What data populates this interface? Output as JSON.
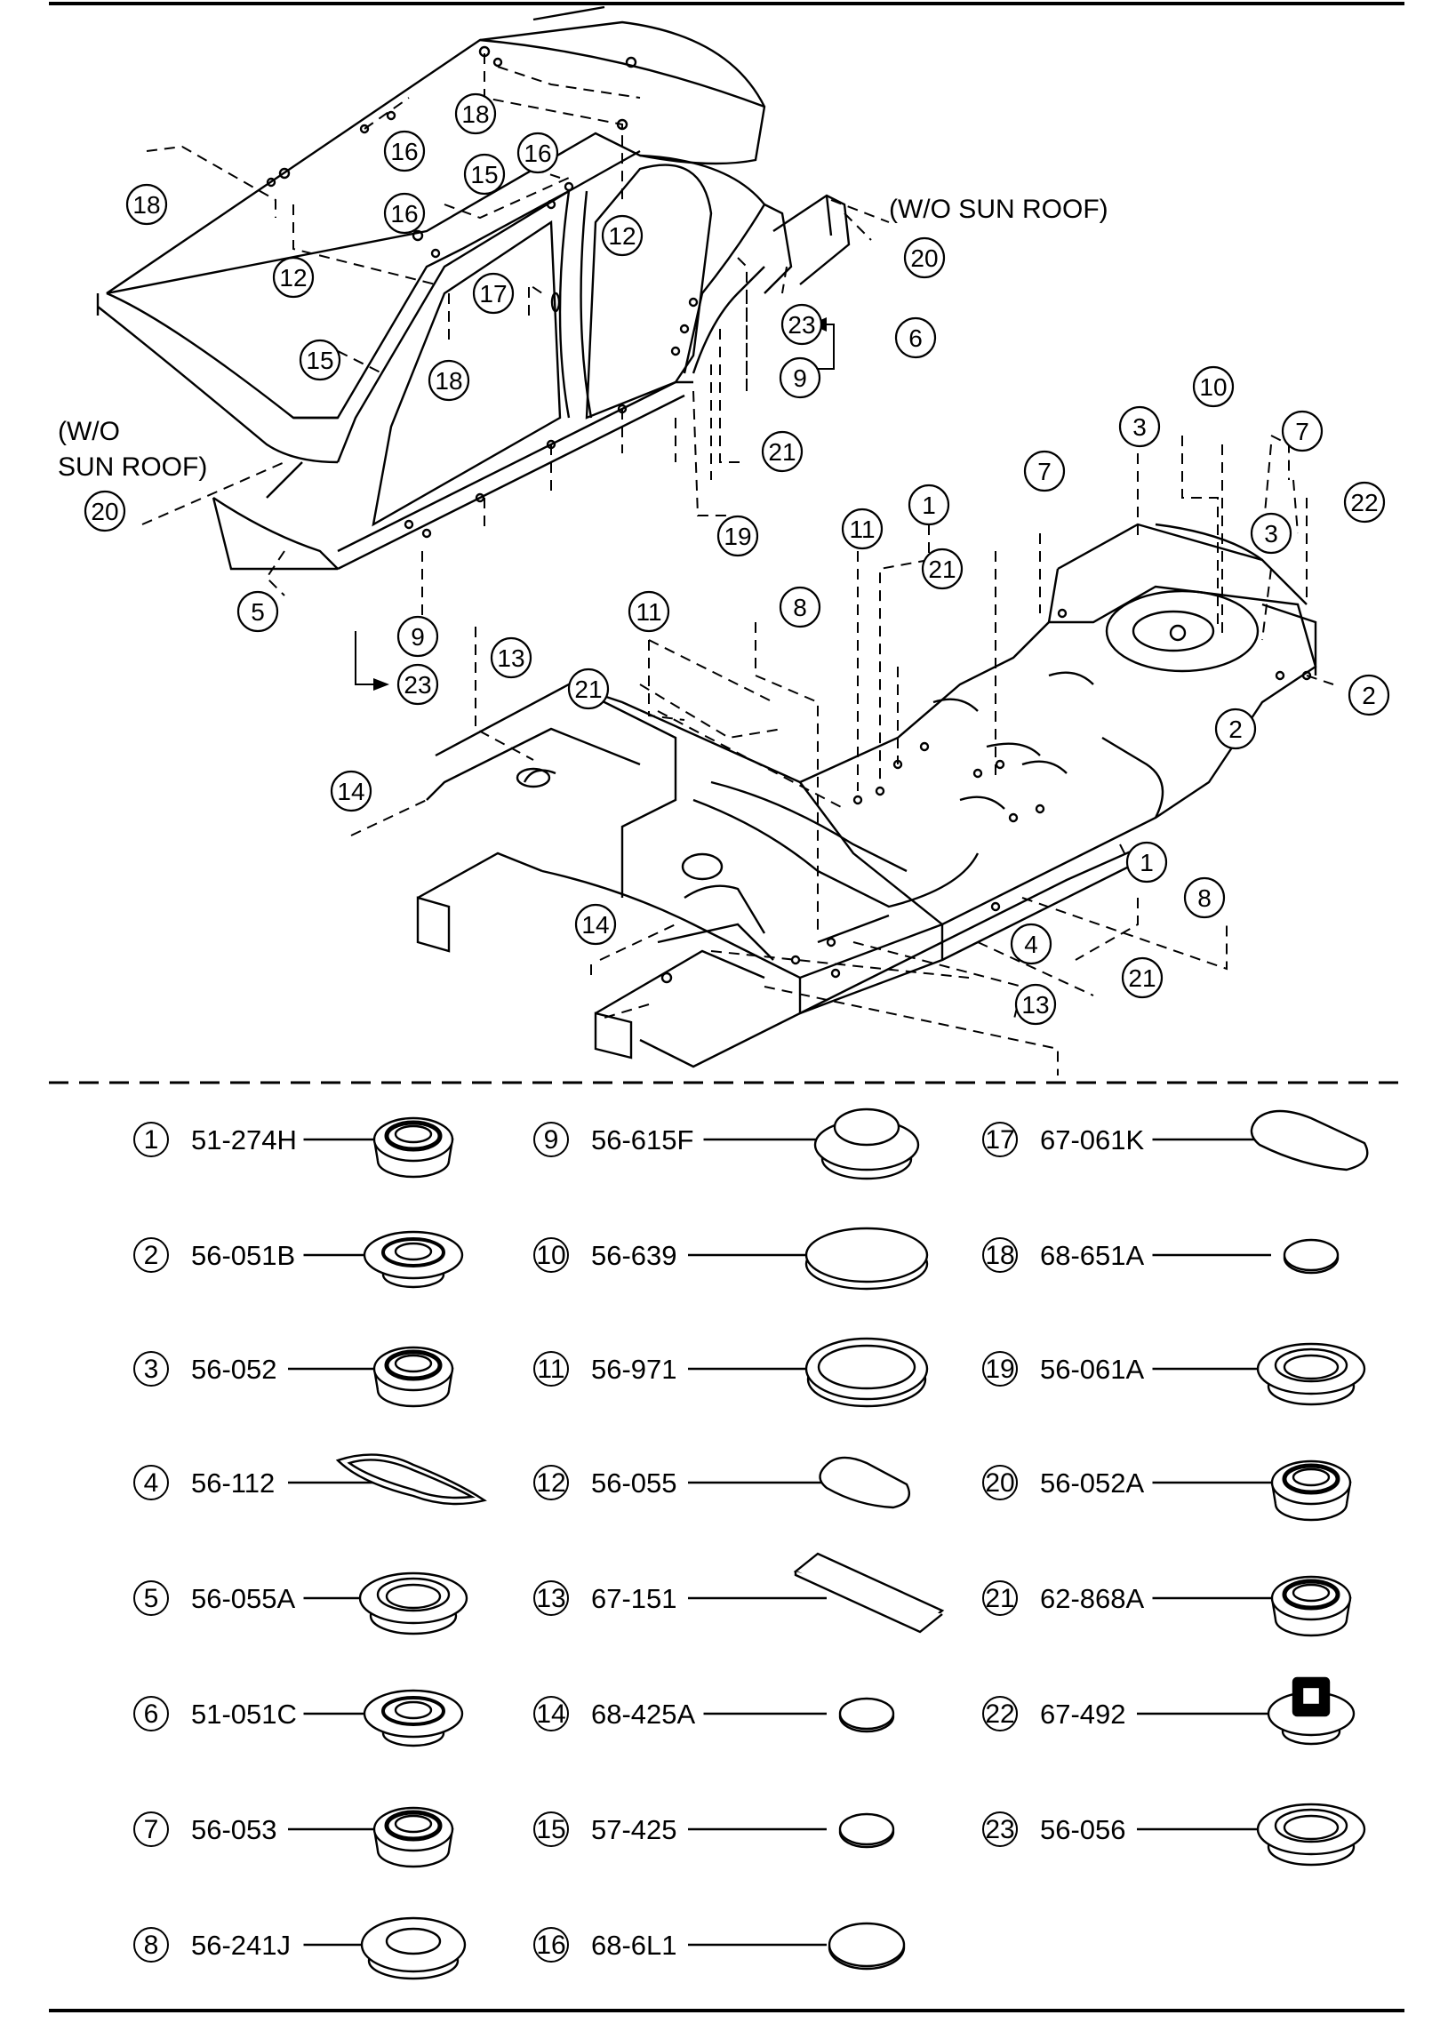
{
  "diagram": {
    "notes": {
      "wo_sun_roof_right": "(W/O SUN ROOF)",
      "wo_sun_roof_left_1": "(W/O",
      "wo_sun_roof_left_2": "SUN ROOF)"
    },
    "callouts": [
      "18",
      "16",
      "16",
      "15",
      "12",
      "18",
      "12",
      "16",
      "17",
      "15",
      "18",
      "20",
      "6",
      "23",
      "9",
      "3",
      "10",
      "7",
      "22",
      "1",
      "7",
      "3",
      "11",
      "21",
      "21",
      "19",
      "5",
      "9",
      "23",
      "13",
      "11",
      "8",
      "21",
      "2",
      "2",
      "14",
      "1",
      "8",
      "4",
      "21",
      "14",
      "13",
      "20"
    ],
    "parts": [
      {
        "index": "1",
        "number": "51-274H",
        "shape": "grommet-stepped"
      },
      {
        "index": "2",
        "number": "56-051B",
        "shape": "grommet-wide"
      },
      {
        "index": "3",
        "number": "56-052",
        "shape": "grommet-stepped"
      },
      {
        "index": "4",
        "number": "56-112",
        "shape": "gasket-plate"
      },
      {
        "index": "5",
        "number": "56-055A",
        "shape": "grommet-ring"
      },
      {
        "index": "6",
        "number": "51-051C",
        "shape": "grommet-wide"
      },
      {
        "index": "7",
        "number": "56-053",
        "shape": "grommet-stepped"
      },
      {
        "index": "8",
        "number": "56-241J",
        "shape": "oval-ring"
      },
      {
        "index": "9",
        "number": "56-615F",
        "shape": "dome-plug"
      },
      {
        "index": "10",
        "number": "56-639",
        "shape": "flat-cap"
      },
      {
        "index": "11",
        "number": "56-971",
        "shape": "large-ring"
      },
      {
        "index": "12",
        "number": "56-055",
        "shape": "rounded-pad"
      },
      {
        "index": "13",
        "number": "67-151",
        "shape": "flat-sheet"
      },
      {
        "index": "14",
        "number": "68-425A",
        "shape": "small-disc"
      },
      {
        "index": "15",
        "number": "57-425",
        "shape": "small-disc"
      },
      {
        "index": "16",
        "number": "68-6L1",
        "shape": "medium-disc"
      },
      {
        "index": "17",
        "number": "67-061K",
        "shape": "rounded-pad-large"
      },
      {
        "index": "18",
        "number": "68-651A",
        "shape": "small-disc"
      },
      {
        "index": "19",
        "number": "56-061A",
        "shape": "grommet-ring"
      },
      {
        "index": "20",
        "number": "56-052A",
        "shape": "grommet-stepped"
      },
      {
        "index": "21",
        "number": "62-868A",
        "shape": "grommet-stepped"
      },
      {
        "index": "22",
        "number": "67-492",
        "shape": "grommet-clip"
      },
      {
        "index": "23",
        "number": "56-056",
        "shape": "grommet-ring"
      }
    ]
  }
}
